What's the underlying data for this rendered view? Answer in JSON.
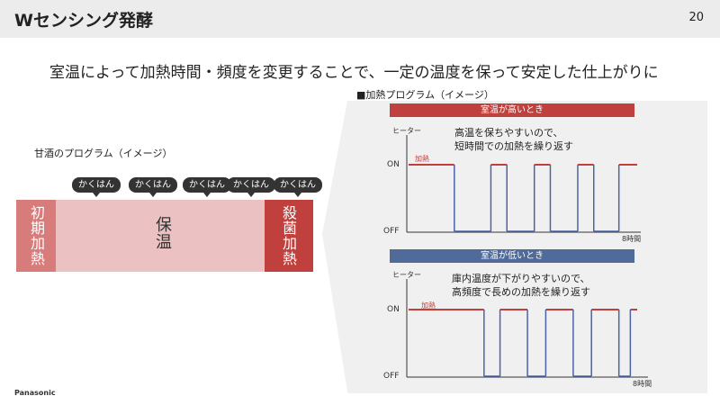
{
  "header": {
    "title": "Wセンシング発酵",
    "page_number": "20"
  },
  "headline": "室温によって加熱時間・頻度を変更することで、一定の温度を保って安定した仕上がりに",
  "program": {
    "title": "甘酒のプログラム（イメージ）",
    "bubbles": [
      "かくはん",
      "かくはん",
      "かくはん",
      "かくはん",
      "かくはん"
    ],
    "segments": {
      "initial": "初期加熱",
      "keep": "保温",
      "sterilize": "殺菌加熱"
    }
  },
  "heating": {
    "title": "■加熱プログラム（イメージ）",
    "high": {
      "banner": "室温が高いとき",
      "note_line1": "高温を保ちやすいので、",
      "note_line2": "短時間での加熱を繰り返す",
      "axis_label": "ヒーター",
      "on": "ON",
      "off": "OFF",
      "heat_label": "加熱",
      "time_label": "8時間",
      "pulses": [
        [
          0,
          0.2
        ],
        [
          0.36,
          0.43
        ],
        [
          0.55,
          0.62
        ],
        [
          0.74,
          0.81
        ],
        [
          0.92,
          1.0
        ]
      ]
    },
    "low": {
      "banner": "室温が低いとき",
      "note_line1": "庫内温度が下がりやすいので、",
      "note_line2": "高頻度で長めの加熱を繰り返す",
      "axis_label": "ヒーター",
      "on": "ON",
      "off": "OFF",
      "heat_label": "加熱",
      "time_label": "8時間",
      "pulses": [
        [
          0,
          0.33
        ],
        [
          0.4,
          0.52
        ],
        [
          0.6,
          0.72
        ],
        [
          0.8,
          0.92
        ],
        [
          0.97,
          1.0
        ]
      ]
    },
    "colors": {
      "on_line": "#c0403d",
      "off_line": "#4a63a8"
    }
  },
  "brand": "Panasonic"
}
